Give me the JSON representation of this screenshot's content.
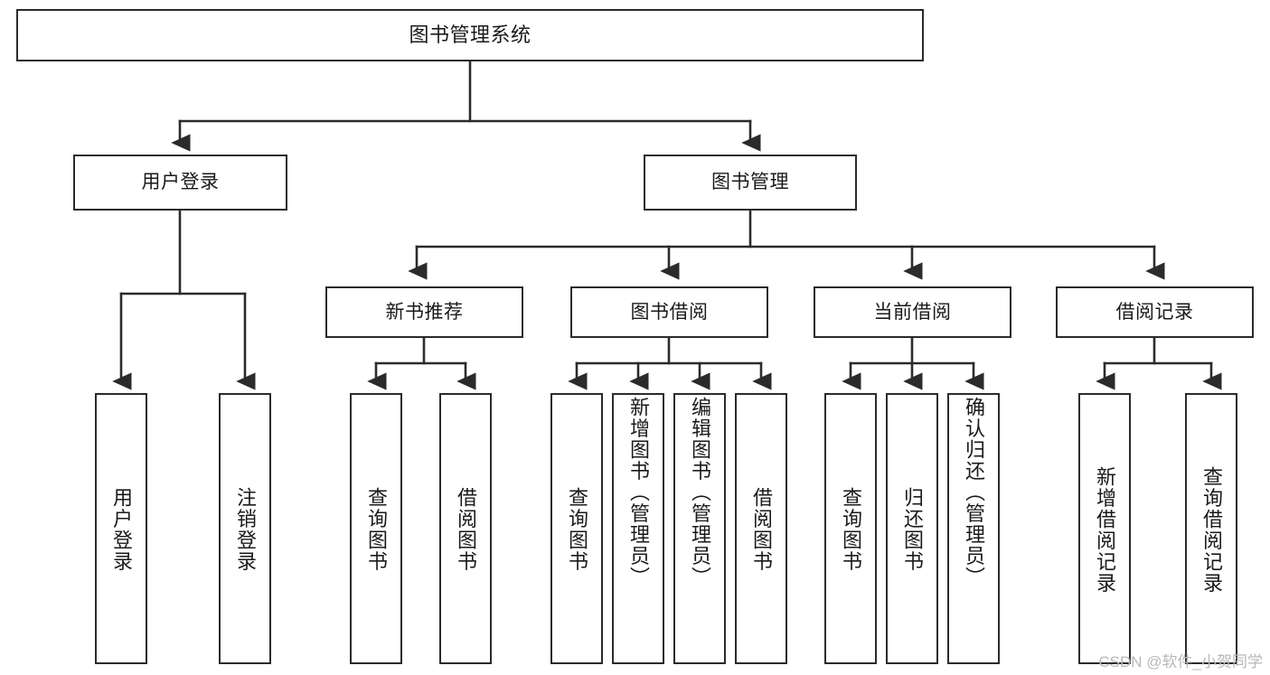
{
  "diagram": {
    "type": "tree",
    "orientation": "top-down",
    "title": "图书管理系统",
    "stroke_color": "#2b2b2b",
    "fill_color": "#ffffff",
    "text_color": "#1a1a1a",
    "root": {
      "id": "root",
      "label": "图书管理系统"
    },
    "level2": [
      {
        "id": "user-login",
        "label": "用户登录"
      },
      {
        "id": "book-manage",
        "label": "图书管理"
      }
    ],
    "level3": [
      {
        "id": "new-book-recommend",
        "label": "新书推荐"
      },
      {
        "id": "book-borrow",
        "label": "图书借阅"
      },
      {
        "id": "current-borrow",
        "label": "当前借阅"
      },
      {
        "id": "borrow-record",
        "label": "借阅记录"
      }
    ],
    "leaves": [
      {
        "id": "leaf-user-login",
        "label": "用户登录",
        "parent": "user-login"
      },
      {
        "id": "leaf-logout-login",
        "label": "注销登录",
        "parent": "user-login"
      },
      {
        "id": "leaf-query-book-1",
        "label": "查询图书",
        "parent": "new-book-recommend"
      },
      {
        "id": "leaf-borrow-book-1",
        "label": "借阅图书",
        "parent": "new-book-recommend"
      },
      {
        "id": "leaf-query-book-2",
        "label": "查询图书",
        "parent": "book-borrow"
      },
      {
        "id": "leaf-add-book",
        "label": "新增图书（管理员）",
        "parent": "book-borrow"
      },
      {
        "id": "leaf-edit-book",
        "label": "编辑图书（管理员）",
        "parent": "book-borrow"
      },
      {
        "id": "leaf-borrow-book-2",
        "label": "借阅图书",
        "parent": "book-borrow"
      },
      {
        "id": "leaf-query-book-3",
        "label": "查询图书",
        "parent": "current-borrow"
      },
      {
        "id": "leaf-return-book",
        "label": "归还图书",
        "parent": "current-borrow"
      },
      {
        "id": "leaf-confirm-return",
        "label": "确认归还（管理员）",
        "parent": "current-borrow"
      },
      {
        "id": "leaf-add-record",
        "label": "新增借阅记录",
        "parent": "borrow-record"
      },
      {
        "id": "leaf-query-record",
        "label": "查询借阅记录",
        "parent": "borrow-record"
      }
    ]
  },
  "watermark": {
    "text": "CSDN @软件_小贺同学"
  }
}
